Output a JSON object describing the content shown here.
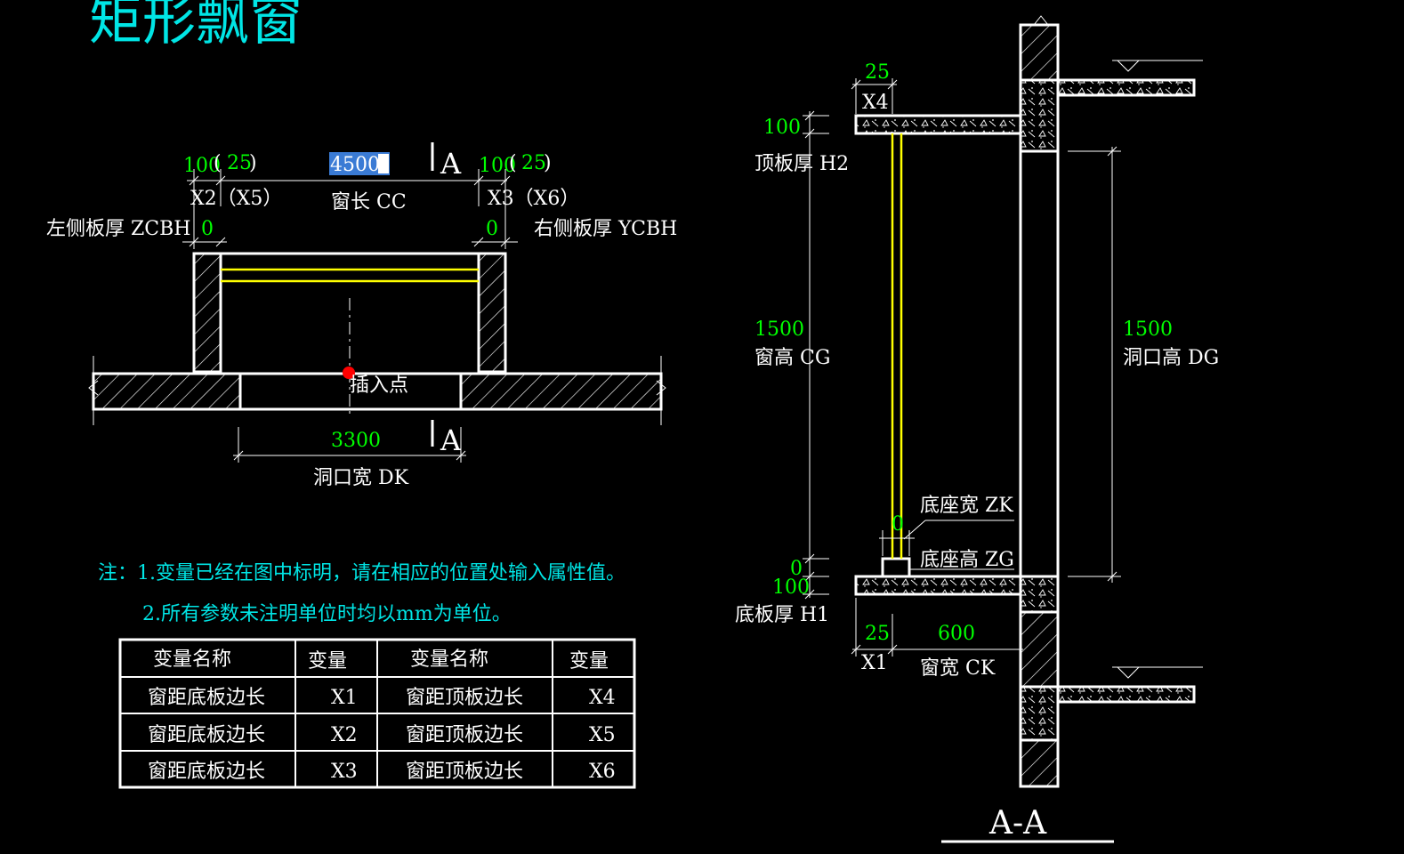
{
  "title": "矩形飘窗",
  "plan": {
    "dim_left_x2": "100",
    "dim_left_x5": "25",
    "label_left": "X2（X5）",
    "dim_length_value": "4500",
    "label_length": "窗长 CC",
    "dim_right_x3": "100",
    "dim_right_x6": "25",
    "label_right": "X3（X6）",
    "left_thickness_label": "左侧板厚 ZCBH",
    "left_thickness_value": "0",
    "right_thickness_label": "右侧板厚 YCBH",
    "right_thickness_value": "0",
    "insert_point_label": "插入点",
    "opening_width_value": "3300",
    "opening_width_label": "洞口宽 DK",
    "section_mark": "A"
  },
  "section": {
    "x4_value": "25",
    "x4_label": "X4",
    "top_thickness_value": "100",
    "top_thickness_label": "顶板厚 H2",
    "window_height_value": "1500",
    "window_height_label": "窗高 CG",
    "opening_height_value": "1500",
    "opening_height_label": "洞口高 DG",
    "base_width_label": "底座宽 ZK",
    "base_width_value": "0",
    "base_height_label": "底座高 ZG",
    "base_height_value": "0",
    "bottom_thickness_value": "100",
    "bottom_thickness_label": "底板厚 H1",
    "x1_value": "25",
    "x1_label": "X1",
    "window_width_value": "600",
    "window_width_label": "窗宽 CK",
    "section_title": "A-A"
  },
  "notes": {
    "line1": "注：1.变量已经在图中标明，请在相应的位置处输入属性值。",
    "line2": "2.所有参数未注明单位时均以mm为单位。"
  },
  "table": {
    "headers": [
      "变量名称",
      "变量",
      "变量名称",
      "变量"
    ],
    "rows": [
      [
        "窗距底板边长",
        "X1",
        "窗距顶板边长",
        "X4"
      ],
      [
        "窗距底板边长",
        "X2",
        "窗距顶板边长",
        "X5"
      ],
      [
        "窗距底板边长",
        "X3",
        "窗距顶板边长",
        "X6"
      ]
    ]
  },
  "colors": {
    "background": "#000000",
    "lines": "#ffffff",
    "dimension_text": "#00ff00",
    "note_text": "#00e5e5",
    "glass": "#ffff00",
    "insert_point": "#ff0000",
    "selection": "#3a7bd5"
  }
}
